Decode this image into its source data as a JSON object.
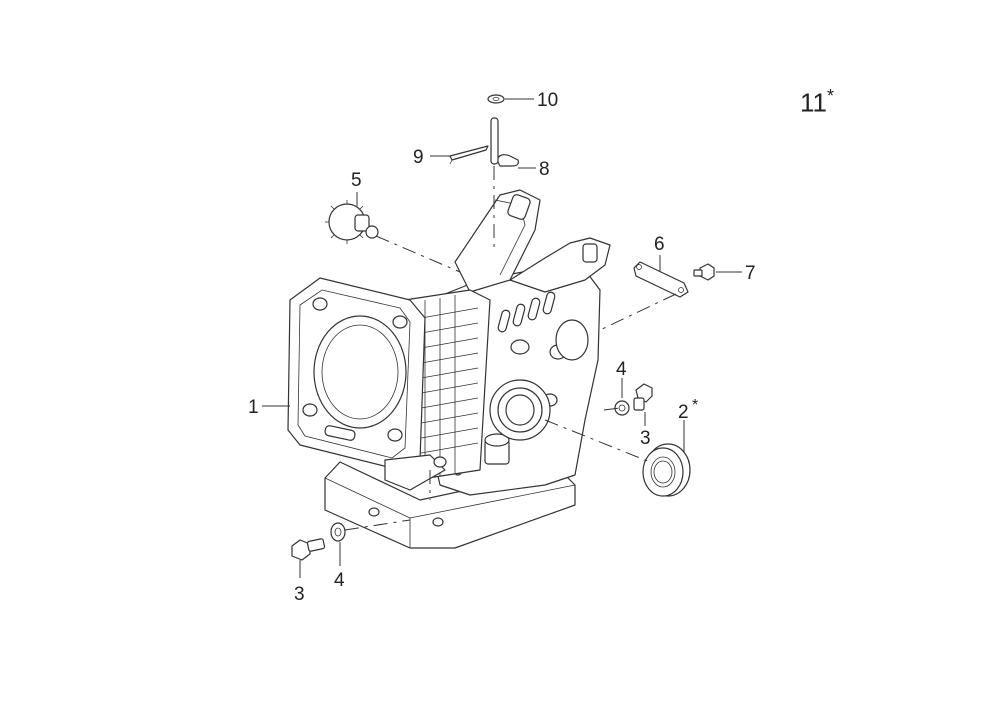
{
  "assembly_label": "11",
  "assembly_mark": "*",
  "callouts": [
    {
      "id": "c10",
      "text": "10"
    },
    {
      "id": "c9",
      "text": "9"
    },
    {
      "id": "c8",
      "text": "8"
    },
    {
      "id": "c5",
      "text": "5"
    },
    {
      "id": "c6",
      "text": "6"
    },
    {
      "id": "c7",
      "text": "7"
    },
    {
      "id": "c1",
      "text": "1"
    },
    {
      "id": "c4a",
      "text": "4"
    },
    {
      "id": "c3a",
      "text": "3"
    },
    {
      "id": "c2",
      "text": "2",
      "mark": "*"
    },
    {
      "id": "c3b",
      "text": "3"
    },
    {
      "id": "c4b",
      "text": "4"
    }
  ]
}
